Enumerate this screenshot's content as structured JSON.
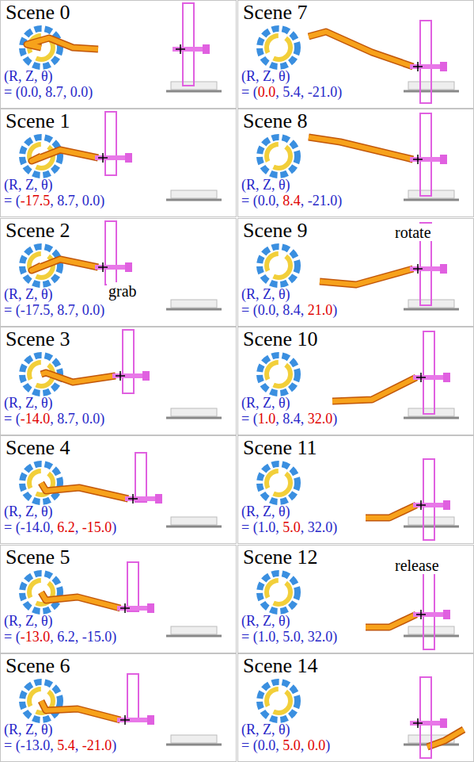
{
  "diagram": {
    "nodes": [
      {
        "text": [
          "Scene 0",
          "(R, Z, θ)",
          "= (0.0, 8.7, 0.0)"
        ]
      },
      {
        "text": [
          "Scene 1",
          "(R, Z, θ)",
          "= (-17.5, 8.7, 0.0)"
        ]
      },
      {
        "text": [
          "Scene 2",
          "(R, Z, θ)",
          "= (-17.5, 8.7, 0.0)"
        ]
      },
      {
        "text": [
          "Scene 3",
          "(R, Z, θ)",
          "= (-14.0, 8.7, 0.0)"
        ]
      },
      {
        "text": [
          "Scene 4",
          "(R, Z, θ)",
          "= (-14.0, 6.2, -15.0)"
        ]
      },
      {
        "text": [
          "Scene 5",
          "(R, Z, θ)",
          "= (-13.0, 6.2, -15.0)"
        ]
      },
      {
        "text": [
          "Scene 6",
          "(R, Z, θ)",
          "= (-13.0, 5.4, -21.0)"
        ]
      },
      {
        "text": [
          "Scene 7",
          "(R, Z, θ)",
          "= (0.0, 5.4, -21.0)"
        ]
      },
      {
        "text": [
          "Scene 8",
          "(R, Z, θ)",
          "= (0.0, 8.4, -21.0)"
        ]
      },
      {
        "text": [
          "Scene 9",
          "(R, Z, θ)",
          "= (0.0, 8.4, 21.0)"
        ]
      },
      {
        "text": [
          "Scene 10",
          "(R, Z, θ)",
          "= (1.0, 8.4, 32.0)"
        ]
      },
      {
        "text": [
          "Scene 11",
          "(R, Z, θ)",
          "= (1.0, 5.0, 32.0)"
        ]
      },
      {
        "text": [
          "Scene 12",
          "(R, Z, θ)",
          "= (1.0, 5.0, 32.0)"
        ]
      },
      {
        "text": [
          "Scene 14",
          "(R, Z, θ)",
          "= (0.0, 5.0, 0.0)"
        ]
      }
    ],
    "labels": [
      "grab",
      "rotate",
      "release"
    ]
  }
}
